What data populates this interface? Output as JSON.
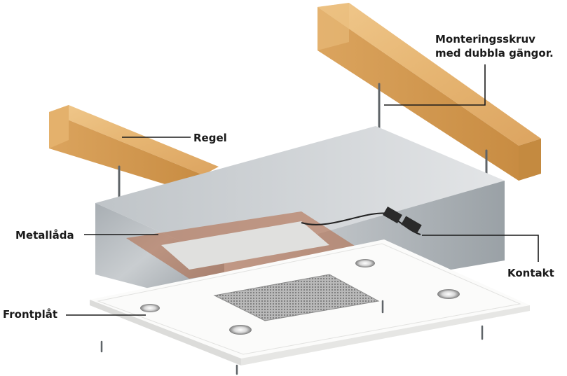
{
  "labels": {
    "screw_line1": "Monteringsskruv",
    "screw_line2": "med dubbla gängor.",
    "joist": "Regel",
    "metal_box": "Metallåda",
    "connector": "Kontakt",
    "front_plate": "Frontplåt"
  },
  "colors": {
    "wood_top": "#e8b878",
    "wood_side": "#d9a25c",
    "wood_end": "#c98c44",
    "metal_light": "#cfd3d6",
    "metal_dark": "#8e959b",
    "panel": "#f4f4f2",
    "grille": "#9a9a9a",
    "leader": "#1a1a1a"
  }
}
